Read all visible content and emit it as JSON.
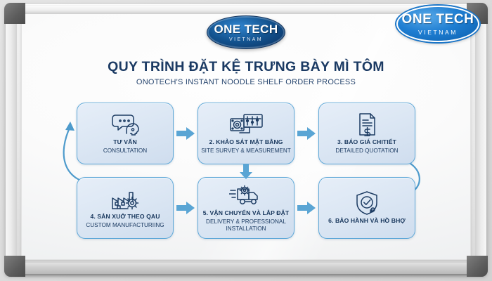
{
  "board": {
    "type": "whiteboard",
    "frame_color": "#e9e9e9",
    "corner_color": "#5c5c5c"
  },
  "logo_corner": {
    "name": "one-tech-logo",
    "main": "ONE TECH",
    "sub": "VIETNAM",
    "color": "#1f7ed2"
  },
  "logo_center": {
    "name": "one-tech-logo",
    "main": "ONE TECH",
    "sub": "VIETNAM",
    "color": "#13538f"
  },
  "heading": {
    "title": "QUY TRÌNH ĐẶT KỆ TRƯNG BÀY MÌ TÔM",
    "subtitle": "ONOTECH'S INSTANT NOODLE SHELF ORDER PROCESS",
    "title_color": "#1b3a63"
  },
  "theme": {
    "card_border": "#5fa8d8",
    "card_fill": "#dce7f4",
    "arrow_color": "#5aa5d4",
    "ink": "#1d3c63"
  },
  "steps": [
    {
      "id": 1,
      "icon": "speech-bubble-person-icon",
      "title_vi": "TƯ VẤN",
      "title_en": "CONSULTATION"
    },
    {
      "id": 2,
      "icon": "blueprint-measurement-icon",
      "title_vi": "2. KHẢO SÁT MẶT BẰNG",
      "title_en": "SITE SURVEY & MEASUREMENT"
    },
    {
      "id": 3,
      "icon": "quotation-document-icon",
      "title_vi": "3. BÁO GIÁ CHITIẾT",
      "title_en": "DETAILED QUOTATION"
    },
    {
      "id": 4,
      "icon": "factory-gear-icon",
      "title_vi": "4. SẢN XUỞ THEO QAU",
      "title_en": "CUSTOM MANUFACTURIING"
    },
    {
      "id": 5,
      "icon": "delivery-truck-gear-icon",
      "title_vi": "5. VẬN CHUYỂN VÀ LẮP ĐẶT",
      "title_en": "DELIVERY & PROFESSIONAL INSTALLATION"
    },
    {
      "id": 6,
      "icon": "shield-check-icon",
      "title_vi": "6. BẢO HÀNH VÀ HỒ BHỢ",
      "title_en": ""
    }
  ],
  "connectors": [
    {
      "name": "arrow-step1-to-step2",
      "direction": "right"
    },
    {
      "name": "arrow-step2-to-step3",
      "direction": "right"
    },
    {
      "name": "arrow-step2-to-step5",
      "direction": "down"
    },
    {
      "name": "arrow-step4-to-step5",
      "direction": "right"
    },
    {
      "name": "arrow-step5-to-step6",
      "direction": "right"
    },
    {
      "name": "curve-step4-to-step1",
      "direction": "curve-left-up"
    },
    {
      "name": "curve-step3-to-step6",
      "direction": "curve-right-down"
    }
  ]
}
